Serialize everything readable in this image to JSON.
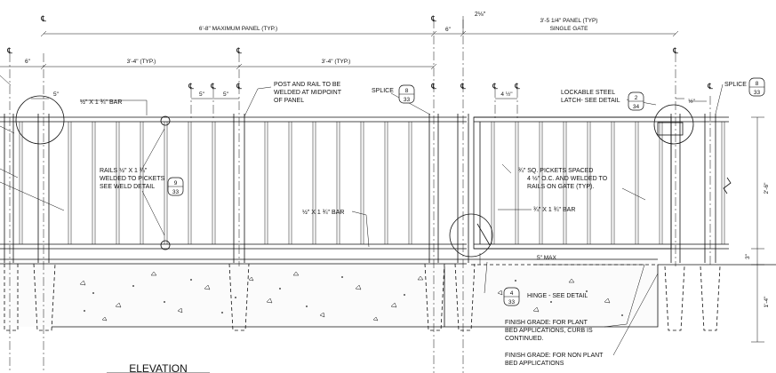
{
  "title": "ELEVATION",
  "centerline_symbol": "℄",
  "dimensions": {
    "max_panel": "6'-8\" MAXIMUM PANEL (TYP.)",
    "gate_panel_line1": "3'-5 1/4\" PANEL (TYP)",
    "gate_panel_line2": "SINGLE GATE",
    "bay_left": "3'-4\" (TYP.)",
    "bay_right": "3'-4\" (TYP.)",
    "six_a": "6\"",
    "six_b": "6\"",
    "two_half": "2⅛\"",
    "five_a": "5\"",
    "five_b": "5\"",
    "five_c": "5\"",
    "four_half": "4 ½\"",
    "half_inch": "½\"",
    "height": "2'-6\"",
    "three": "3\"",
    "footing": "1'-4\"",
    "max_gap": "5\" MAX"
  },
  "notes": {
    "bar_top": "½\" X 1 ¾\" BAR",
    "rails_line1": "RAILS ½\" X 1 ¾\"",
    "rails_line2": "WELDED TO PICKETS",
    "rails_line3": "SEE WELD DETAIL",
    "post_line1": "POST AND RAIL TO BE",
    "post_line2": "WELDED AT MIDPOINT",
    "post_line3": "OF PANEL",
    "splice_left": "SPLICE",
    "splice_right": "SPLICE",
    "latch_line1": "LOCKABLE STEEL",
    "latch_line2": "LATCH- SEE DETAIL",
    "pickets_line1": "¾\" SQ. PICKETS SPACED",
    "pickets_line2": "4 ½\" O.C. AND WELDED TO",
    "pickets_line3": "RAILS ON GATE (TYP).",
    "bar_mid": "½\" X 1 ¾\" BAR",
    "bar_gate": "¾\" X 1 ¾\" BAR",
    "hinge": "HINGE - SEE DETAIL",
    "finish1_line1": "FINISH GRADE: FOR PLANT",
    "finish1_line2": "BED APPLICATIONS, CURB IS",
    "finish1_line3": "CONTINUED.",
    "finish2_line1": "FINISH GRADE: FOR NON PLANT",
    "finish2_line2": "BED APPLICATIONS"
  },
  "detail_refs": {
    "splice_left": {
      "top": "8",
      "bottom": "33"
    },
    "splice_right": {
      "top": "8",
      "bottom": "33"
    },
    "weld": {
      "top": "9",
      "bottom": "33"
    },
    "latch": {
      "top": "2",
      "bottom": "34"
    },
    "hinge": {
      "top": "4",
      "bottom": "33"
    }
  }
}
